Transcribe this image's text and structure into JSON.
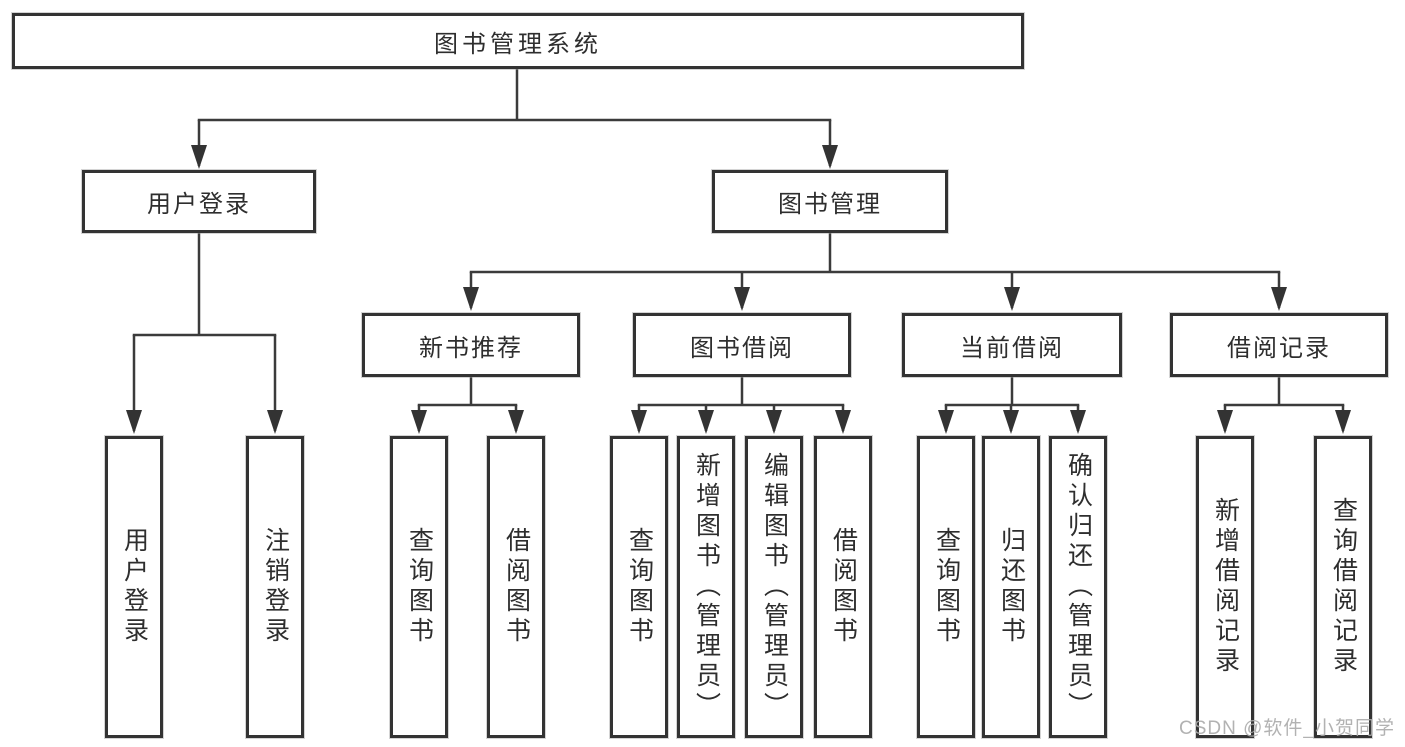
{
  "colors": {
    "box_border": "#333333",
    "box_fill": "#ffffff",
    "connector": "#3b3b3b",
    "text": "#2e2e2e",
    "watermark": "#aaaaaa"
  },
  "tree": {
    "root": {
      "label": "图书管理系统"
    },
    "branches": [
      {
        "label": "用户登录",
        "children": [
          {
            "label": "用户登录"
          },
          {
            "label": "注销登录"
          }
        ]
      },
      {
        "label": "图书管理",
        "children": [
          {
            "label": "新书推荐",
            "children": [
              {
                "label": "查询图书"
              },
              {
                "label": "借阅图书"
              }
            ]
          },
          {
            "label": "图书借阅",
            "children": [
              {
                "label": "查询图书"
              },
              {
                "label": "新增图书（管理员）"
              },
              {
                "label": "编辑图书（管理员）"
              },
              {
                "label": "借阅图书"
              }
            ]
          },
          {
            "label": "当前借阅",
            "children": [
              {
                "label": "查询图书"
              },
              {
                "label": "归还图书"
              },
              {
                "label": "确认归还（管理员）"
              }
            ]
          },
          {
            "label": "借阅记录",
            "children": [
              {
                "label": "新增借阅记录"
              },
              {
                "label": "查询借阅记录"
              }
            ]
          }
        ]
      }
    ]
  },
  "watermark": {
    "text": "CSDN @软件_小贺同学"
  }
}
